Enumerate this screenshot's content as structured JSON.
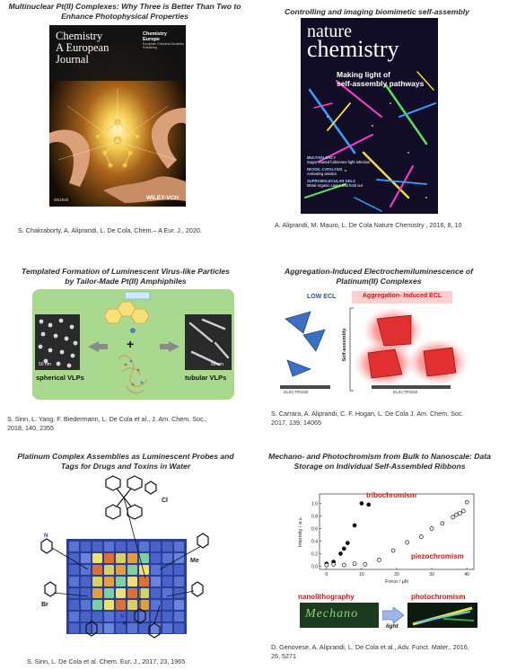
{
  "panels": [
    {
      "title": "Multinuclear Pt(II) Complexes: Why Three is Better Than Two to Enhance Photophysical Properties",
      "reference": "S. Chakraborty, A. Aliprandi, L. De Cola, Chem.– A Eur. J., 2020.",
      "cover": {
        "journal_line1": "Chemistry",
        "journal_line2": "A European",
        "journal_line3": "Journal",
        "publisher_line1": "Chemistry",
        "publisher_line2": "Europe",
        "publisher_sub": "European Chemical Societies Publishing",
        "issue": "00/2020",
        "footer_brand": "WILEY-VCH"
      }
    },
    {
      "title": "Controlling and imaging biomimetic self-assembly",
      "reference": "A. Aliprandi, M. Mauro, L. De Cola Nature Chemistry , 2016, 8, 10",
      "cover": {
        "brand_line1": "nature",
        "brand_line2": "chemistry",
        "headline_line1": "Making light of",
        "headline_line2": "self-assembly pathways",
        "side1_title": "MULTIVALENCY",
        "side1_text": "Sugar-coated fullerenes fight infection",
        "side2_title": "NICKEL CATALYSIS",
        "side2_text": "Activating amides",
        "side3_title": "SUPRAMOLECULAR GELS",
        "side3_text": "Metal-organic cages that hold out"
      }
    },
    {
      "title_line1": "Templated Formation of Luminescent Virus-like Particles",
      "title_line2": "by Tailor-Made Pt(II) Amphiphiles",
      "reference_line1": "S. Sinn, L. Yang, F. Biedermann, L. De Cola et al., J. Am. Chem. Soc.,",
      "reference_line2": "2018, 140, 2355",
      "labels": {
        "left": "spherical VLPs",
        "right": "tubular VLPs",
        "scale": "50 nm",
        "plus": "+"
      }
    },
    {
      "title_line1": "Aggregation-Induced Electrochemiluminescence of",
      "title_line2": "Platinum(II) Complexes",
      "reference_line1": "S. Carrara, A. Aliprandi, C. F. Hogan, L. De Cola J. Am. Chem. Soc.",
      "reference_line2": "2017, 139, 14065",
      "labels": {
        "low": "LOW ECL",
        "high": "Aggregation- Induced ECL",
        "side": "Self-assembly",
        "electrode": "ELECTRODE"
      }
    },
    {
      "title_line1": "Platinum Complex Assemblies as Luminescent Probes and",
      "title_line2": "Tags for Drugs and Toxins in Water",
      "reference": "S. Sinn, L. De Cola et al. Chem. Eur. J., 2017, 23, 1965",
      "labels": {
        "cl": "Cl",
        "me": "Me",
        "br": "Br",
        "n": "N",
        "h": "H"
      }
    },
    {
      "title_line1": "Mechano- and Photochromism from Bulk to Nanoscale: Data",
      "title_line2": "Storage on Individual Self-Assembled Ribbons",
      "reference_line1": "D. Genovese, A. Aliprandi, L. De Cola et al., Adv. Funct. Mater., 2016,",
      "reference_line2": "26, 5271",
      "labels": {
        "tribo": "tribochromism",
        "piezo": "piezochromism",
        "nano": "nanolithography",
        "photo": "photochromism",
        "light": "light",
        "film_text": "Mechano"
      },
      "chart_data": {
        "type": "scatter",
        "xlabel": "Force / μN",
        "ylabel": "Intensity / a.u.",
        "xticks": [
          "0",
          "10",
          "20",
          "30",
          "40"
        ],
        "yticks": [
          "0.0",
          "0.2",
          "0.4",
          "0.6",
          "0.8",
          "1.0"
        ],
        "xlim": [
          -2,
          42
        ],
        "ylim": [
          -0.05,
          1.15
        ],
        "series": [
          {
            "name": "tribochromism",
            "marker": "filled",
            "x": [
              0,
              2,
              4,
              5,
              6,
              8,
              10,
              12
            ],
            "y": [
              0.04,
              0.07,
              0.2,
              0.28,
              0.37,
              0.65,
              1.0,
              0.98
            ]
          },
          {
            "name": "piezochromism",
            "marker": "open",
            "x": [
              0,
              2,
              5,
              8,
              11,
              15,
              19,
              23,
              27,
              30,
              33,
              36,
              37,
              38,
              39,
              40
            ],
            "y": [
              0.02,
              0.03,
              0.02,
              0.04,
              0.03,
              0.1,
              0.25,
              0.38,
              0.47,
              0.6,
              0.68,
              0.78,
              0.82,
              0.84,
              0.88,
              1.02
            ]
          }
        ]
      }
    }
  ]
}
